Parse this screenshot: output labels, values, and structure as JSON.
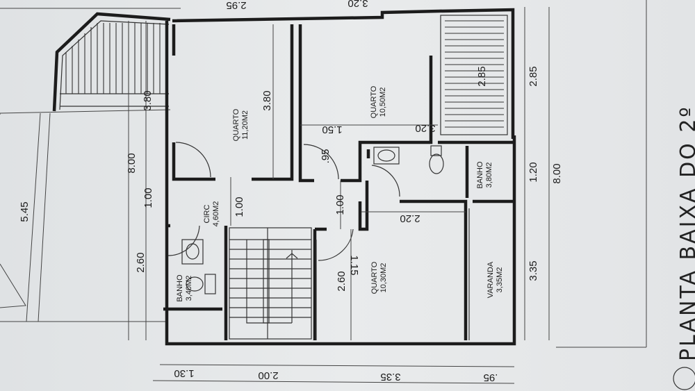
{
  "title": "PLANTA BAIXA DO 2º",
  "rooms": {
    "quarto1": {
      "name": "QUARTO",
      "area": "11,20M2"
    },
    "quarto2": {
      "name": "QUARTO",
      "area": "10,50M2"
    },
    "quarto3": {
      "name": "QUARTO",
      "area": "10,30M2"
    },
    "banho1": {
      "name": "BANHO",
      "area": "3,80M2"
    },
    "banho2": {
      "name": "BANHO",
      "area": "3,40M2"
    },
    "circ": {
      "name": "CIRC",
      "area": "4,60M2"
    },
    "varanda": {
      "name": "VARANDA",
      "area": "3,35M2"
    }
  },
  "dimensions": {
    "top_left": "2.95",
    "top_right": "3.20",
    "quarto1_depth": "3.80",
    "balcony_left": "3.80",
    "balcony_right": "2.85",
    "right_285": "2.85",
    "right_120": "1.20",
    "right_800": "8.00",
    "right_335": "3.35",
    "left_800": "8.00",
    "left_100": "1.00",
    "left_260": "2.60",
    "left_545": "5.45",
    "circ_150": "1.50",
    "circ_095": ".95",
    "circ_100a": "1.00",
    "circ_100b": "1.00",
    "q3_220": "2.20",
    "q3_260": "2.60",
    "q3_115": "1.15",
    "balcony_320": "3.20",
    "bottom_130": "1.30",
    "bottom_200": "2.00",
    "bottom_335": "3.35",
    "bottom_095": ".95"
  }
}
